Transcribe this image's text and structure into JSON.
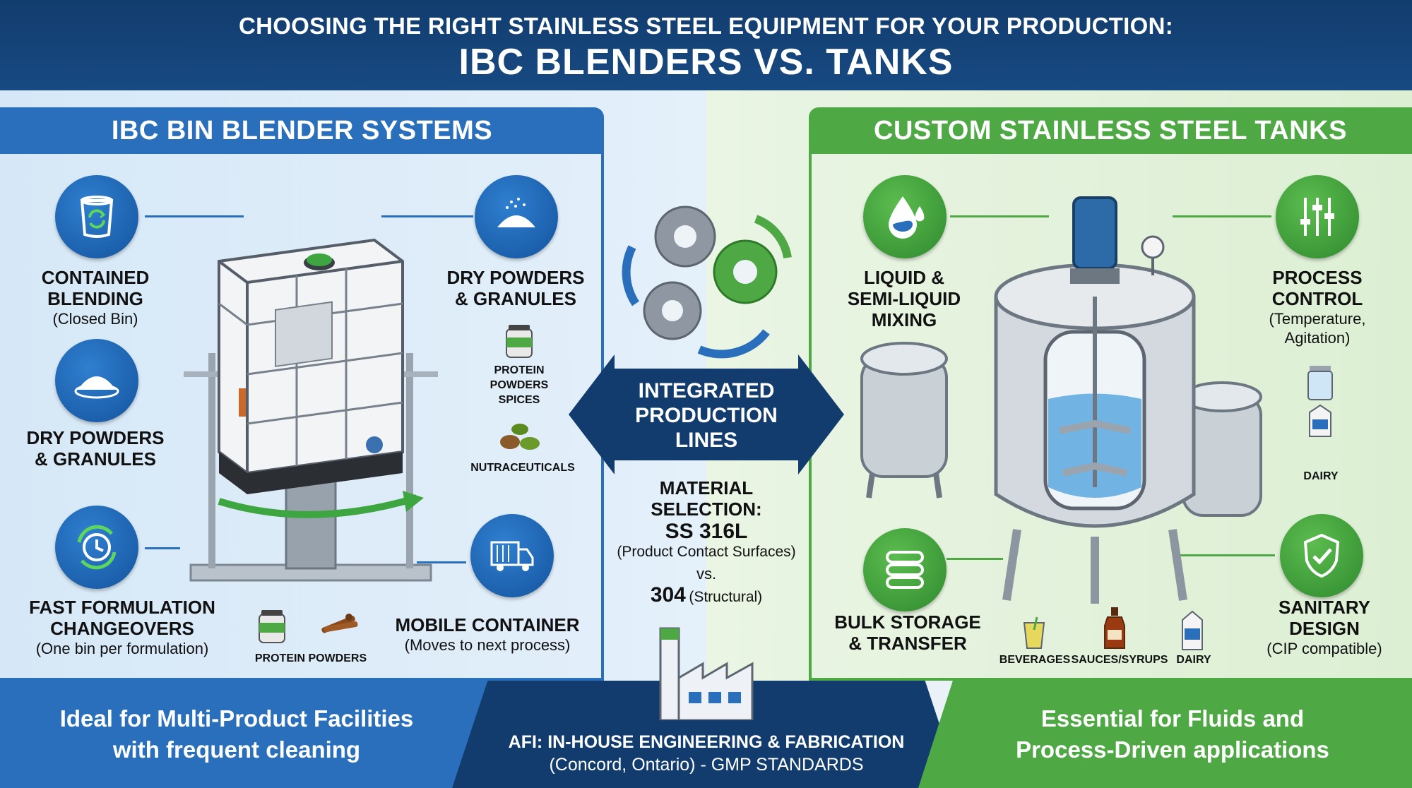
{
  "header": {
    "subtitle": "CHOOSING THE RIGHT STAINLESS STEEL EQUIPMENT FOR YOUR PRODUCTION:",
    "title": "IBC BLENDERS VS. TANKS"
  },
  "left": {
    "title": "IBC BIN BLENDER SYSTEMS",
    "features": [
      {
        "title": "CONTAINED\nBLENDING",
        "sub": "(Closed Bin)",
        "icon": "recycle-bin-icon"
      },
      {
        "title": "DRY POWDERS\n& GRANULES",
        "sub": "",
        "icon": "powder-pile-icon"
      },
      {
        "title": "FAST FORMULATION\nCHANGEOVERS",
        "sub": "(One bin per formulation)",
        "icon": "clock-refresh-icon"
      },
      {
        "title": "DRY POWDERS\n& GRANULES",
        "sub": "",
        "icon": "powder-sparkle-icon"
      },
      {
        "title": "MOBILE CONTAINER",
        "sub": "(Moves to next process)",
        "icon": "truck-icon"
      }
    ],
    "products": {
      "protein_spices": "PROTEIN\nPOWDERS\nSPICES",
      "nutraceuticals": "NUTRACEUTICALS",
      "protein_powders": "PROTEIN POWDERS"
    },
    "footer": "Ideal for Multi-Product Facilities\nwith frequent cleaning"
  },
  "center": {
    "arrow_label": "INTEGRATED\nPRODUCTION\nLINES",
    "material_heading": "MATERIAL\nSELECTION:",
    "material_grade": "SS 316L",
    "material_grade_note": "(Product Contact Surfaces)",
    "vs": "vs.",
    "material_alt": "304",
    "material_alt_note": "(Structural)",
    "footer_line1": "AFI: IN-HOUSE ENGINEERING & FABRICATION",
    "footer_line2": "(Concord, Ontario) - GMP STANDARDS"
  },
  "right": {
    "title": "CUSTOM STAINLESS STEEL TANKS",
    "features": [
      {
        "title": "LIQUID &\nSEMI-LIQUID\nMIXING",
        "sub": "",
        "icon": "water-drop-icon"
      },
      {
        "title": "PROCESS\nCONTROL",
        "sub": "(Temperature,\nAgitation)",
        "icon": "sliders-icon"
      },
      {
        "title": "BULK STORAGE\n& TRANSFER",
        "sub": "",
        "icon": "stacked-tank-icon"
      },
      {
        "title": "SANITARY\nDESIGN",
        "sub": "(CIP compatible)",
        "icon": "shield-check-icon"
      }
    ],
    "products": {
      "dairy_top": "DAIRY",
      "beverages": "BEVERAGES",
      "sauces": "SAUCES/SYRUPS",
      "dairy_bottom": "DAIRY"
    },
    "footer": "Essential for Fluids and\nProcess-Driven applications"
  },
  "colors": {
    "navy": "#123c6e",
    "blue": "#2a6fbb",
    "green": "#4ea843"
  }
}
